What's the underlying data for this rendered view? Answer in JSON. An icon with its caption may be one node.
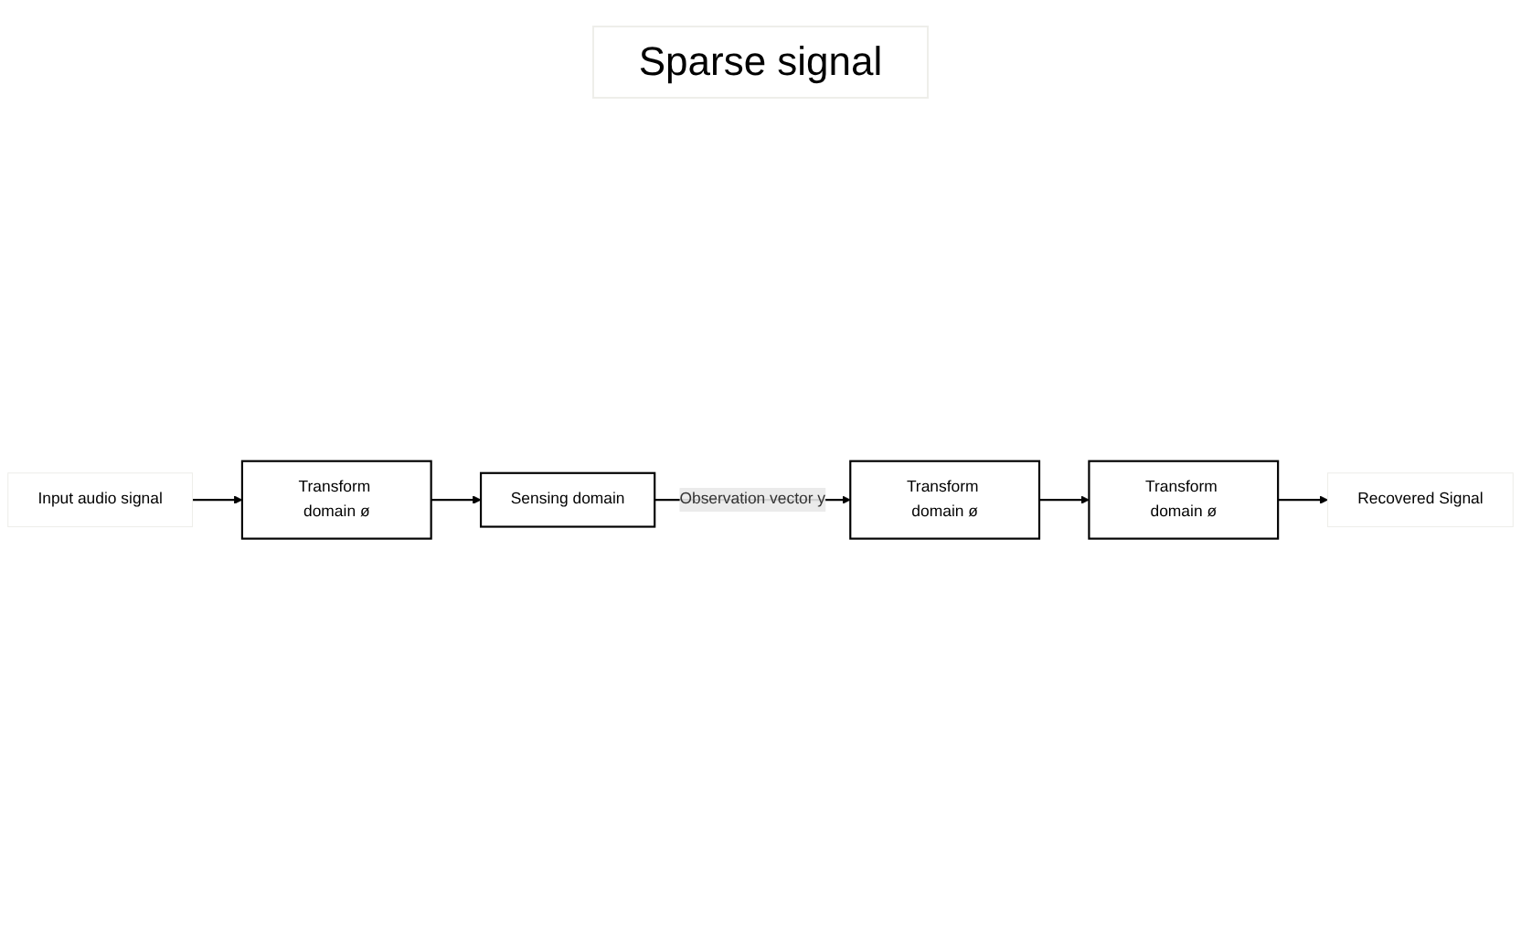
{
  "diagram": {
    "nodes": [
      {
        "text": [
          "Input audio signal"
        ]
      },
      {
        "text": [
          "Transform domain ø"
        ]
      },
      {
        "text": [
          "Sensing domain"
        ]
      },
      {
        "text": [
          "Transform domain ø"
        ]
      },
      {
        "text": [
          "Transform domain ø"
        ]
      },
      {
        "text": [
          "Recovered Signal"
        ]
      }
    ],
    "edges": [
      {
        "from": 0,
        "to": 1,
        "arrow": "to"
      },
      {
        "from": 1,
        "to": 2,
        "arrow": "to"
      },
      {
        "from": 2,
        "to": 3,
        "arrow": "to",
        "label": "Observation vector y"
      },
      {
        "from": 3,
        "to": 4,
        "arrow": "to"
      },
      {
        "from": 4,
        "to": 5,
        "arrow": "to"
      }
    ],
    "labels": [
      "Sparse signal"
    ]
  }
}
